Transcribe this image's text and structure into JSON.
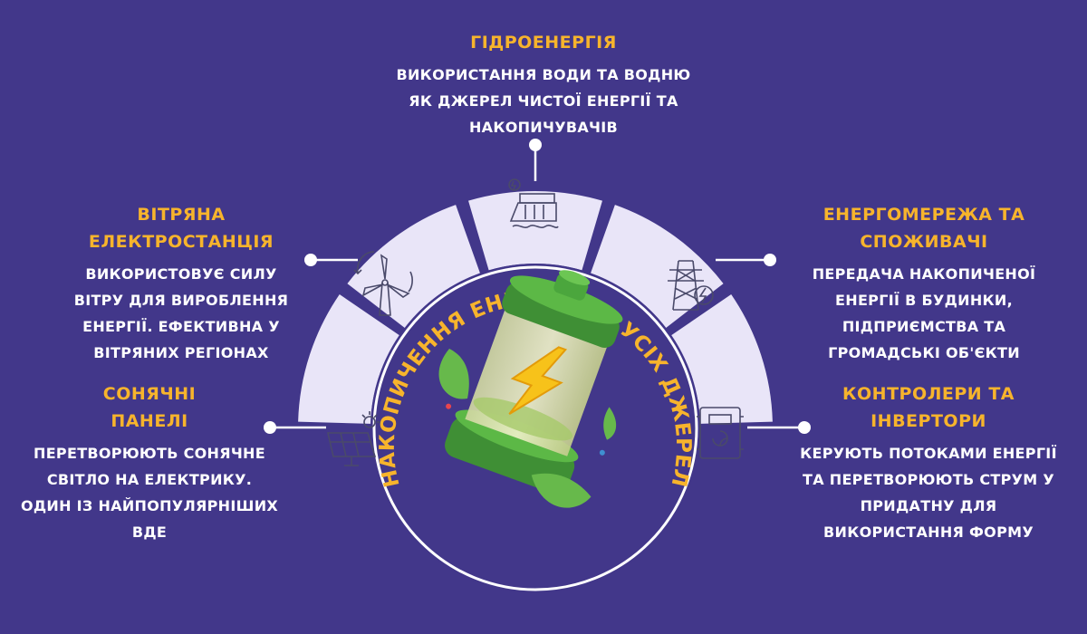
{
  "center_label": "НАКОПИЧЕННЯ ЕНЕРГІЇ ВІД УСІХ ДЖЕРЕЛ",
  "colors": {
    "background": "#42378a",
    "accent": "#f7b42c",
    "segment": "#e9e5f8",
    "line": "#ffffff",
    "battery_green": "#4cae3d"
  },
  "sources": [
    {
      "key": "hydro",
      "icon": "hydro-dam-icon",
      "title": [
        "ГІДРОЕНЕРГІЯ"
      ],
      "desc": [
        "ВИКОРИСТАННЯ ВОДИ ТА ВОДНЮ",
        "ЯК ДЖЕРЕЛ ЧИСТОЇ ЕНЕРГІЇ ТА",
        "НАКОПИЧУВАЧІВ"
      ]
    },
    {
      "key": "wind",
      "icon": "wind-turbine-icon",
      "title": [
        "ВІТРЯНА",
        "ЕЛЕКТРОСТАНЦІЯ"
      ],
      "desc": [
        "ВИКОРИСТОВУЄ СИЛУ",
        "ВІТРУ ДЛЯ ВИРОБЛЕННЯ",
        "ЕНЕРГІЇ. ЕФЕКТИВНА У",
        "ВІТРЯНИХ РЕГІОНАХ"
      ]
    },
    {
      "key": "solar",
      "icon": "solar-panel-icon",
      "title": [
        "СОНЯЧНІ",
        "ПАНЕЛІ"
      ],
      "desc": [
        "ПЕРЕТВОРЮЮТЬ СОНЯЧНЕ",
        "СВІТЛО НА ЕЛЕКТРИКУ.",
        "ОДИН ІЗ НАЙПОПУЛЯРНІШИХ",
        "ВДЕ"
      ]
    },
    {
      "key": "grid",
      "icon": "power-tower-icon",
      "title": [
        "ЕНЕРГОМЕРЕЖА ТА",
        "СПОЖИВАЧІ"
      ],
      "desc": [
        "ПЕРЕДАЧА НАКОПИЧЕНОЇ",
        "ЕНЕРГІЇ В БУДИНКИ,",
        "ПІДПРИЄМСТВА ТА",
        "ГРОМАДСЬКІ ОБ'ЄКТИ"
      ]
    },
    {
      "key": "ctrl",
      "icon": "inverter-icon",
      "title": [
        "КОНТРОЛЕРИ ТА",
        "ІНВЕРТОРИ"
      ],
      "desc": [
        "КЕРУЮТЬ ПОТОКАМИ ЕНЕРГІЇ",
        "ТА ПЕРЕТВОРЮЮТЬ СТРУМ У",
        "ПРИДАТНУ ДЛЯ",
        "ВИКОРИСТАННЯ ФОРМУ"
      ]
    }
  ]
}
